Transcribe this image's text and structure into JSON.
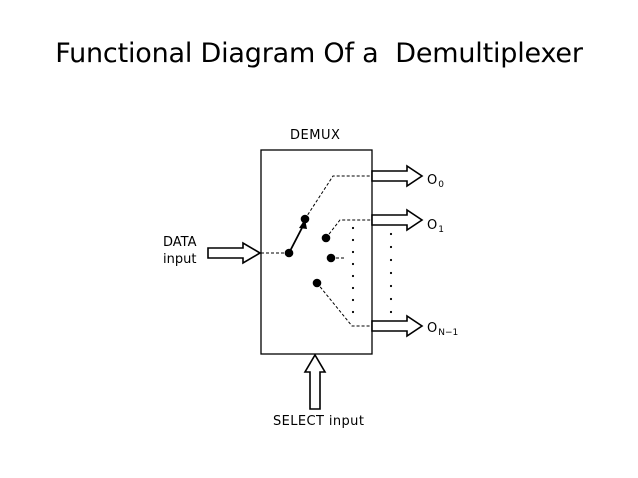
{
  "title": "Functional Diagram Of a  Demultiplexer",
  "labels": {
    "block": "DEMUX",
    "data_line1": "DATA",
    "data_line2": "input",
    "select": "SELECT input"
  },
  "outputs": [
    {
      "letter": "O",
      "subscript": "0"
    },
    {
      "letter": "O",
      "subscript": "1"
    },
    {
      "letter": "O",
      "subscript": "N−1"
    }
  ]
}
